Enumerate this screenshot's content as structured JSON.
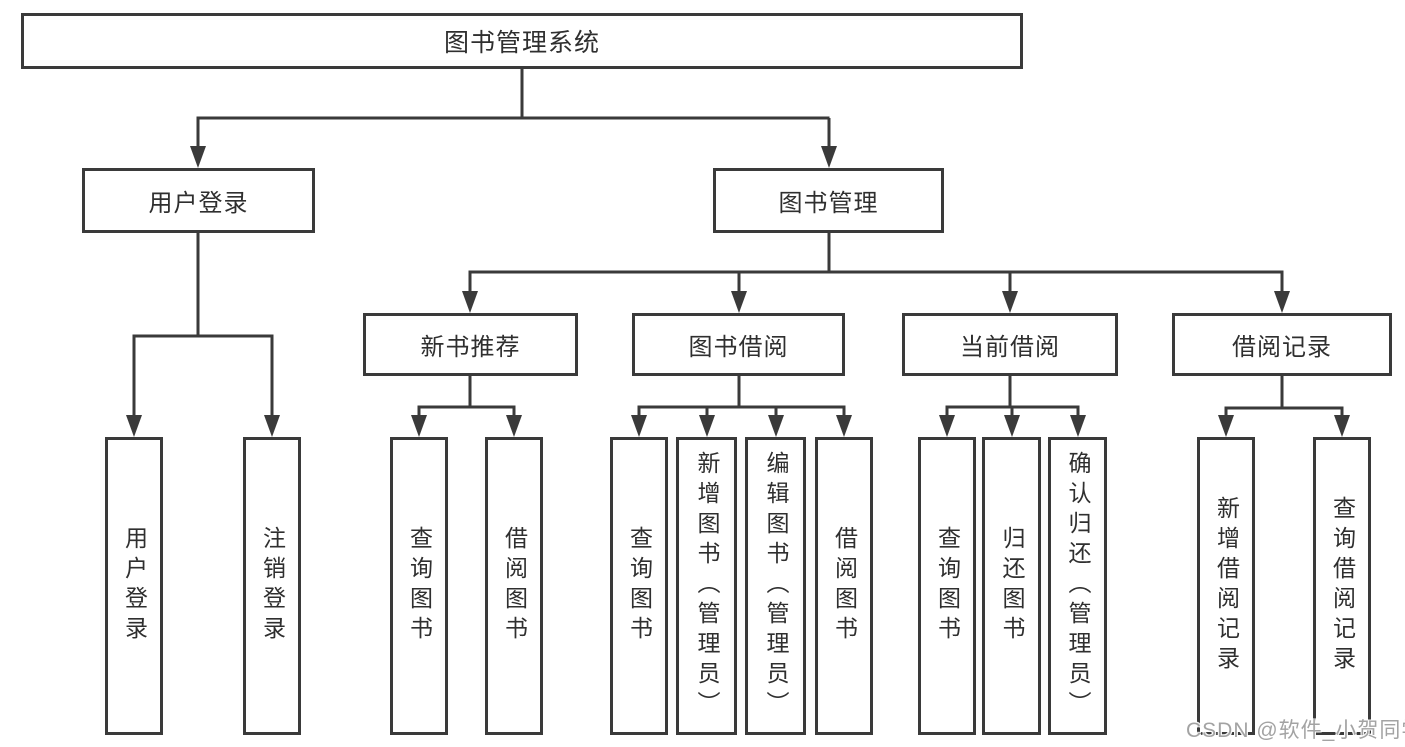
{
  "diagram": {
    "root": {
      "label": "图书管理系统"
    },
    "level2": [
      {
        "id": "user-login",
        "label": "用户登录"
      },
      {
        "id": "book-management",
        "label": "图书管理"
      }
    ],
    "level3": [
      {
        "id": "new-book-recommend",
        "label": "新书推荐"
      },
      {
        "id": "book-borrowing",
        "label": "图书借阅"
      },
      {
        "id": "current-borrowing",
        "label": "当前借阅"
      },
      {
        "id": "borrowing-records",
        "label": "借阅记录"
      }
    ],
    "leaves": {
      "user_login": [
        {
          "label": "用户登录"
        },
        {
          "label": "注销登录"
        }
      ],
      "new_books": [
        {
          "label": "查询图书"
        },
        {
          "label": "借阅图书"
        }
      ],
      "book_borrow": [
        {
          "label": "查询图书"
        },
        {
          "label": "新增图书（管理员）"
        },
        {
          "label": "编辑图书（管理员）"
        },
        {
          "label": "借阅图书"
        }
      ],
      "current_borrow": [
        {
          "label": "查询图书"
        },
        {
          "label": "归还图书"
        },
        {
          "label": "确认归还（管理员）"
        }
      ],
      "borrow_records": [
        {
          "label": "新增借阅记录"
        },
        {
          "label": "查询借阅记录"
        }
      ]
    },
    "colors": {
      "line": "#3a3a3a",
      "box_border": "#3a3a3a",
      "text": "#2f2f2f",
      "background": "#ffffff",
      "watermark": "#a3a3a3"
    }
  },
  "watermark": {
    "text": "CSDN @软件_小贺同学"
  }
}
